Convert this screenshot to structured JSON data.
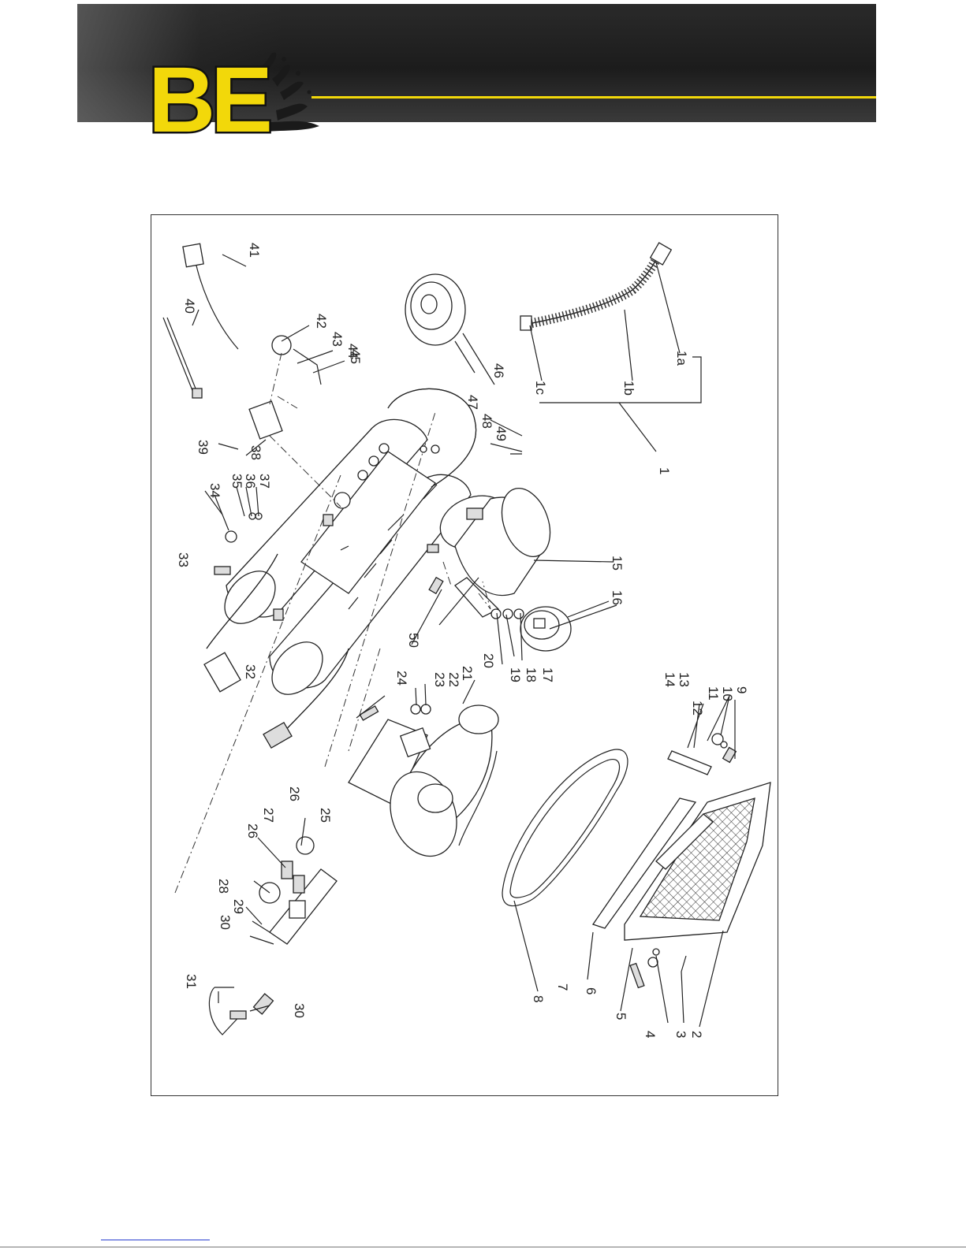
{
  "brand": {
    "logo_text": "BE",
    "accent_color": "#f2d80a",
    "banner_color": "#1c1c1c"
  },
  "diagram": {
    "callouts": [
      "1",
      "1a",
      "1b",
      "1c",
      "2",
      "3",
      "4",
      "5",
      "6",
      "7",
      "8",
      "9",
      "10",
      "11",
      "12",
      "13",
      "14",
      "15",
      "16",
      "17",
      "18",
      "19",
      "20",
      "21",
      "22",
      "23",
      "24",
      "25",
      "26",
      "26",
      "27",
      "28",
      "29",
      "30",
      "30",
      "31",
      "32",
      "33",
      "34",
      "35",
      "36",
      "37",
      "38",
      "39",
      "40",
      "41",
      "42",
      "43",
      "44",
      "45",
      "46",
      "47",
      "48",
      "49",
      "50"
    ]
  },
  "footer": {
    "link_color": "#2a3fd0"
  }
}
